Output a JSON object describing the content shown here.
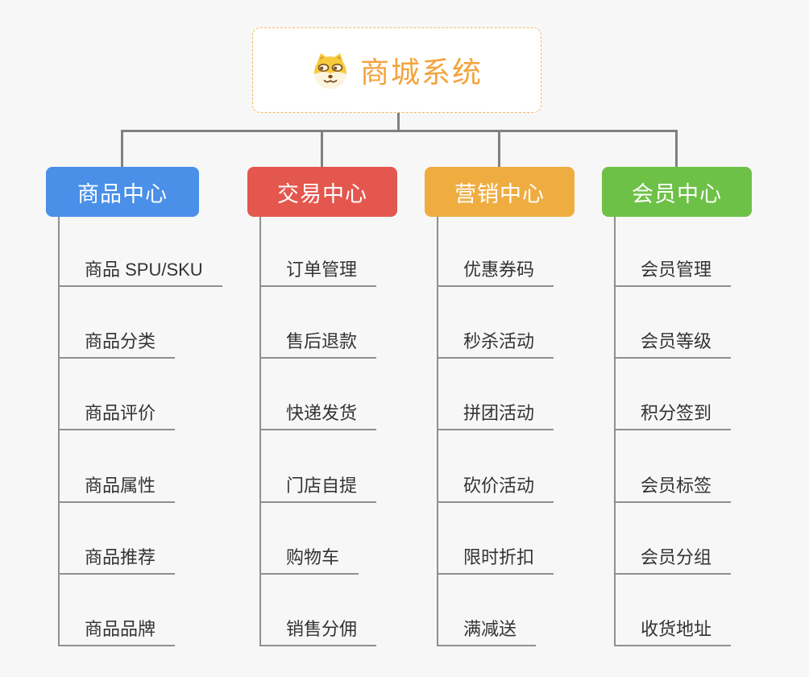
{
  "root": {
    "title": "商城系统",
    "icon": "dog-face-icon"
  },
  "branches": [
    {
      "label": "商品中心",
      "color": "#4A8FE8",
      "items": [
        "商品 SPU/SKU",
        "商品分类",
        "商品评价",
        "商品属性",
        "商品推荐",
        "商品品牌"
      ]
    },
    {
      "label": "交易中心",
      "color": "#E4574E",
      "items": [
        "订单管理",
        "售后退款",
        "快递发货",
        "门店自提",
        "购物车",
        "销售分佣"
      ]
    },
    {
      "label": "营销中心",
      "color": "#EFAD41",
      "items": [
        "优惠券码",
        "秒杀活动",
        "拼团活动",
        "砍价活动",
        "限时折扣",
        "满减送"
      ]
    },
    {
      "label": "会员中心",
      "color": "#6DC147",
      "items": [
        "会员管理",
        "会员等级",
        "积分签到",
        "会员标签",
        "会员分组",
        "收货地址"
      ]
    }
  ],
  "colors": {
    "background": "#F7F7F7",
    "root_title": "#F2A43C",
    "root_border": "#F2B95F",
    "connector": "#808080",
    "leaf_line": "#8F8F8F",
    "leaf_text": "#333333"
  }
}
